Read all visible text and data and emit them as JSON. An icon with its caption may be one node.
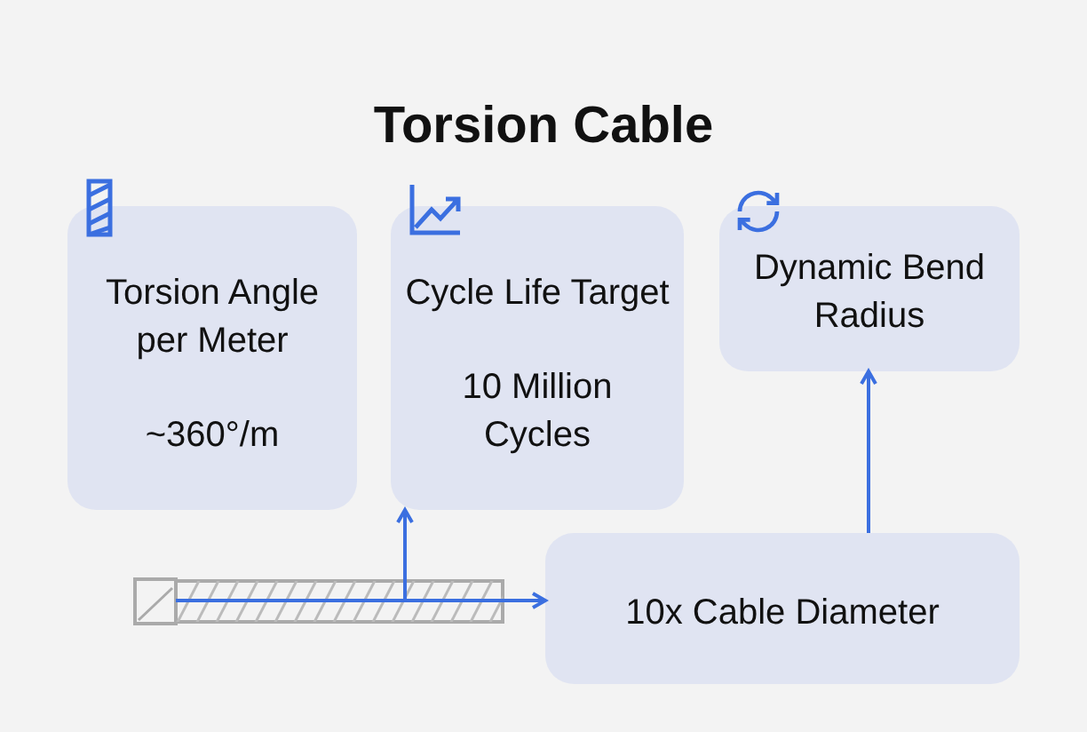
{
  "diagram": {
    "title": "Torsion Cable",
    "nodes": [
      {
        "text": [
          "Torsion Angle per Meter",
          "~360°/m"
        ]
      },
      {
        "text": [
          "Cycle Life Target",
          "10 Million Cycles"
        ]
      },
      {
        "text": [
          "Dynamic Bend Radius"
        ]
      },
      {
        "text": [
          "10x Cable Diameter"
        ]
      },
      {
        "text": [],
        "shape": "bar"
      }
    ],
    "edges": [
      {
        "from": 4,
        "to": 3,
        "arrow": "to"
      },
      {
        "from": 4,
        "to": 1,
        "arrow": "to"
      },
      {
        "from": 3,
        "to": 2,
        "arrow": "to"
      }
    ]
  }
}
